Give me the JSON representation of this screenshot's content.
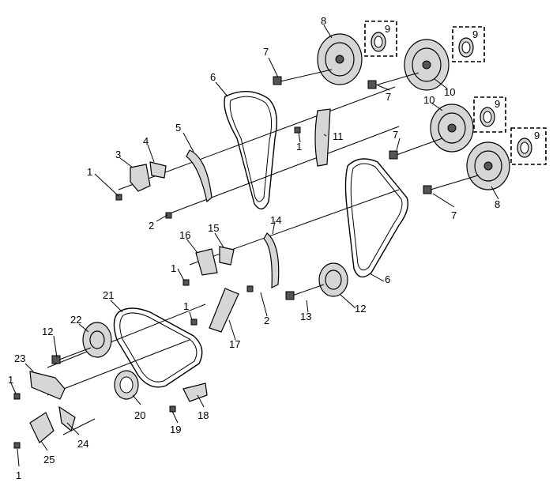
{
  "callouts": [
    {
      "id": "c1",
      "text": "1"
    },
    {
      "id": "c1b",
      "text": "1"
    },
    {
      "id": "c1c",
      "text": "1"
    },
    {
      "id": "c1d",
      "text": "1"
    },
    {
      "id": "c1e",
      "text": "1"
    },
    {
      "id": "c1f",
      "text": "1"
    },
    {
      "id": "c2",
      "text": "2"
    },
    {
      "id": "c2b",
      "text": "2"
    },
    {
      "id": "c3",
      "text": "3"
    },
    {
      "id": "c4",
      "text": "4"
    },
    {
      "id": "c5",
      "text": "5"
    },
    {
      "id": "c6",
      "text": "6"
    },
    {
      "id": "c6b",
      "text": "6"
    },
    {
      "id": "c7a",
      "text": "7"
    },
    {
      "id": "c7b",
      "text": "7"
    },
    {
      "id": "c7c",
      "text": "7"
    },
    {
      "id": "c7d",
      "text": "7"
    },
    {
      "id": "c8a",
      "text": "8"
    },
    {
      "id": "c8b",
      "text": "8"
    },
    {
      "id": "c9a",
      "text": "9"
    },
    {
      "id": "c9b",
      "text": "9"
    },
    {
      "id": "c9c",
      "text": "9"
    },
    {
      "id": "c9d",
      "text": "9"
    },
    {
      "id": "c10a",
      "text": "10"
    },
    {
      "id": "c10b",
      "text": "10"
    },
    {
      "id": "c11",
      "text": "11"
    },
    {
      "id": "c12a",
      "text": "12"
    },
    {
      "id": "c12b",
      "text": "12"
    },
    {
      "id": "c13",
      "text": "13"
    },
    {
      "id": "c14",
      "text": "14"
    },
    {
      "id": "c15",
      "text": "15"
    },
    {
      "id": "c16",
      "text": "16"
    },
    {
      "id": "c17",
      "text": "17"
    },
    {
      "id": "c18",
      "text": "18"
    },
    {
      "id": "c19",
      "text": "19"
    },
    {
      "id": "c20",
      "text": "20"
    },
    {
      "id": "c21",
      "text": "21"
    },
    {
      "id": "c22",
      "text": "22"
    },
    {
      "id": "c23",
      "text": "23"
    },
    {
      "id": "c24",
      "text": "24"
    },
    {
      "id": "c25",
      "text": "25"
    }
  ]
}
